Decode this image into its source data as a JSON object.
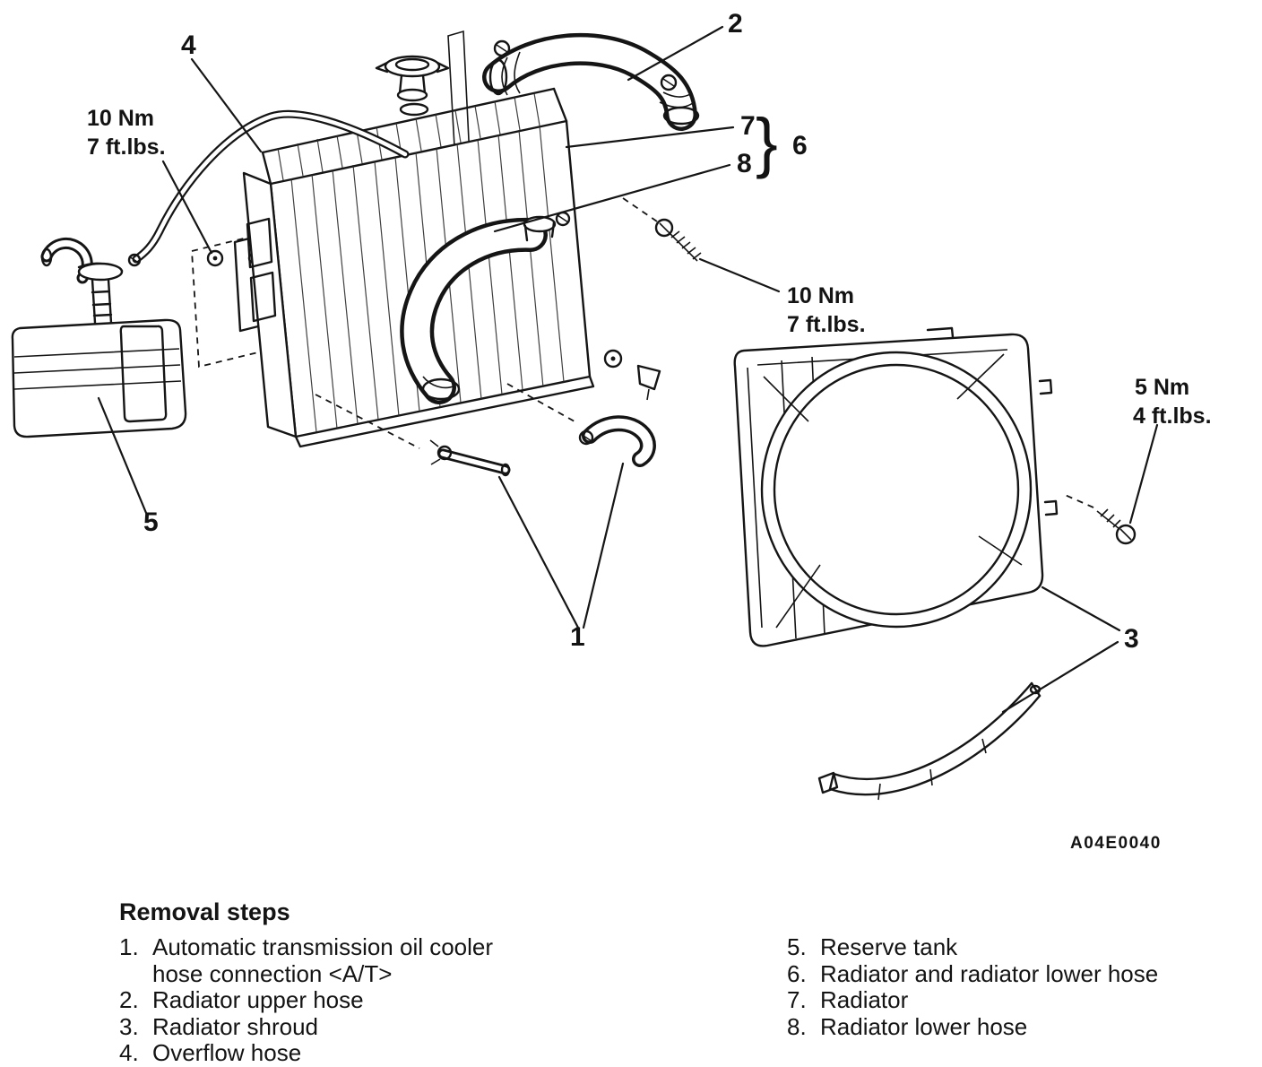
{
  "figure": {
    "code": "A04E0040",
    "callouts": {
      "c1": "1",
      "c2": "2",
      "c3": "3",
      "c4": "4",
      "c5": "5",
      "c6": "6",
      "c7": "7",
      "c8": "8",
      "brace": "}"
    },
    "torque": {
      "overflow": {
        "l1": "10 Nm",
        "l2": "7 ft.lbs."
      },
      "radiator": {
        "l1": "10 Nm",
        "l2": "7 ft.lbs."
      },
      "shroud": {
        "l1": "5 Nm",
        "l2": "4 ft.lbs."
      }
    }
  },
  "steps": {
    "heading": "Removal steps",
    "left": [
      {
        "num": "1.",
        "lines": [
          "Automatic transmission oil cooler",
          "hose connection <A/T>"
        ]
      },
      {
        "num": "2.",
        "lines": [
          "Radiator upper hose"
        ]
      },
      {
        "num": "3.",
        "lines": [
          "Radiator shroud"
        ]
      },
      {
        "num": "4.",
        "lines": [
          "Overflow hose"
        ]
      }
    ],
    "right": [
      {
        "num": "5.",
        "lines": [
          "Reserve tank"
        ]
      },
      {
        "num": "6.",
        "lines": [
          "Radiator and radiator lower hose"
        ]
      },
      {
        "num": "7.",
        "lines": [
          "Radiator"
        ]
      },
      {
        "num": "8.",
        "lines": [
          "Radiator lower hose"
        ]
      }
    ]
  }
}
